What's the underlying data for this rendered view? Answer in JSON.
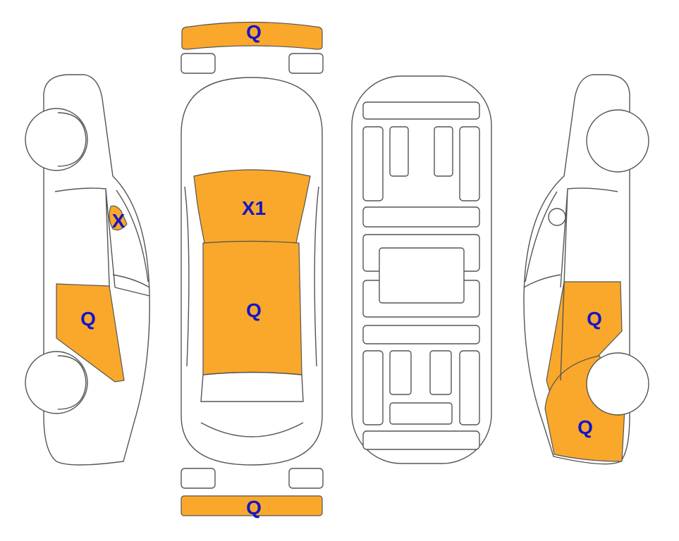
{
  "colors": {
    "damage_fill": "#F9A82B",
    "label_color": "#1515C8",
    "outline": "#555555"
  },
  "marks": {
    "front_bumper": "Q",
    "left_mirror": "X",
    "left_front_door": "Q",
    "windshield": "X1",
    "roof": "Q",
    "right_front_door": "Q",
    "right_front_fender": "Q",
    "rear_bumper": "Q"
  }
}
